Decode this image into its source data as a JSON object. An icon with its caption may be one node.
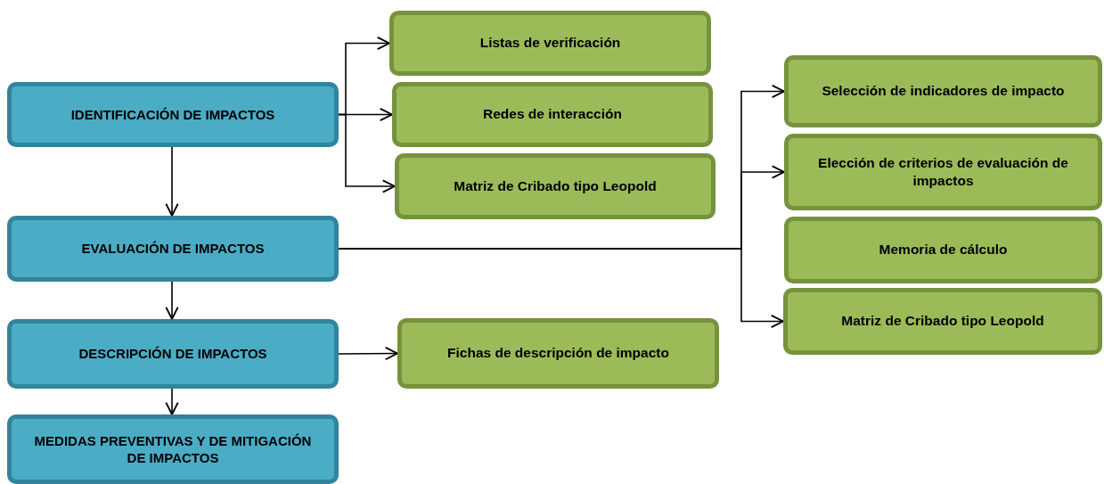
{
  "diagram": {
    "nodes": [
      {
        "text": [
          "IDENTIFICACIÓN DE IMPACTOS"
        ]
      },
      {
        "text": [
          "EVALUACIÓN DE IMPACTOS"
        ]
      },
      {
        "text": [
          "DESCRIPCIÓN DE IMPACTOS"
        ]
      },
      {
        "text": [
          "MEDIDAS PREVENTIVAS Y DE MITIGACIÓN DE IMPACTOS"
        ]
      },
      {
        "text": [
          "Listas de verificación"
        ]
      },
      {
        "text": [
          "Redes de interacción"
        ]
      },
      {
        "text": [
          "Matriz de Cribado tipo Leopold"
        ]
      },
      {
        "text": [
          "Selección de indicadores de impacto"
        ]
      },
      {
        "text": [
          "Elección de criterios de evaluación de impactos"
        ]
      },
      {
        "text": [
          "Memoria de cálculo"
        ]
      },
      {
        "text": [
          "Matriz de Cribado tipo Leopold"
        ]
      },
      {
        "text": [
          "Fichas de descripción de impacto"
        ]
      }
    ],
    "edges": [
      {
        "from": 0,
        "to": 4,
        "arrow": "to"
      },
      {
        "from": 0,
        "to": 5,
        "arrow": "to"
      },
      {
        "from": 0,
        "to": 6,
        "arrow": "to"
      },
      {
        "from": 0,
        "to": 1,
        "arrow": "to"
      },
      {
        "from": 1,
        "to": 7,
        "arrow": "to"
      },
      {
        "from": 1,
        "to": 8,
        "arrow": "to"
      },
      {
        "from": 1,
        "to": 10,
        "arrow": "to"
      },
      {
        "from": 1,
        "to": 2,
        "arrow": "to"
      },
      {
        "from": 2,
        "to": 11,
        "arrow": "to"
      },
      {
        "from": 2,
        "to": 3,
        "arrow": "to"
      }
    ]
  }
}
